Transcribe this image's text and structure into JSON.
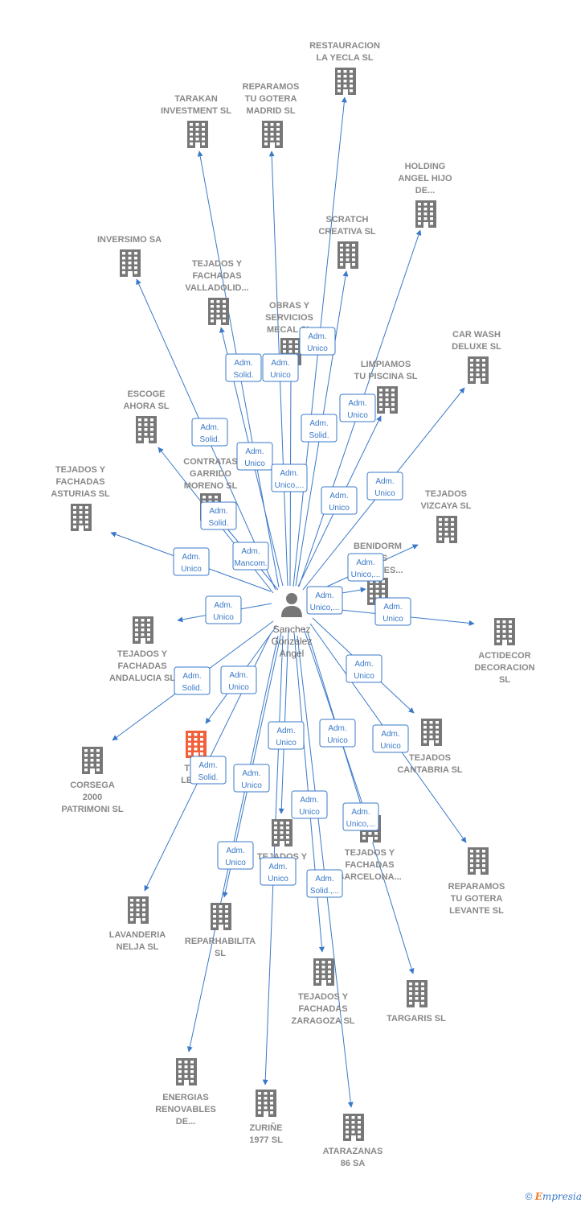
{
  "center": {
    "id": "center",
    "label": [
      "Sanchez",
      "Gonzalez",
      "Angel"
    ],
    "icon": "person-icon"
  },
  "colors": {
    "edge": "#3a79c9",
    "building": "#777777",
    "highlight": "#f0603a",
    "label": "#888888"
  },
  "nodes": [
    {
      "id": "restauracion-la-yecla",
      "label": [
        "RESTAURACION",
        "LA YECLA  SL"
      ]
    },
    {
      "id": "tarakan-investment",
      "label": [
        "TARAKAN",
        "INVESTMENT SL"
      ]
    },
    {
      "id": "reparamos-tu-gotera-madrid",
      "label": [
        "REPARAMOS",
        "TU GOTERA",
        "MADRID  SL"
      ]
    },
    {
      "id": "holding-angel-hijo",
      "label": [
        "HOLDING",
        "ANGEL HIJO",
        "DE..."
      ]
    },
    {
      "id": "scratch-creativa",
      "label": [
        "SCRATCH",
        "CREATIVA SL"
      ]
    },
    {
      "id": "inversimo",
      "label": [
        "INVERSIMO SA"
      ]
    },
    {
      "id": "tejados-fachadas-valladolid",
      "label": [
        "TEJADOS Y",
        "FACHADAS",
        "VALLADOLID..."
      ]
    },
    {
      "id": "obras-servicios-mecal",
      "label": [
        "OBRAS Y",
        "SERVICIOS",
        "MECAL SL"
      ]
    },
    {
      "id": "car-wash-deluxe",
      "label": [
        "CAR WASH",
        "DELUXE SL"
      ]
    },
    {
      "id": "limpiamos-tu-piscina",
      "label": [
        "LIMPIAMOS",
        "TU PISCINA  SL"
      ]
    },
    {
      "id": "escoge-ahora",
      "label": [
        "ESCOGE",
        "AHORA  SL"
      ]
    },
    {
      "id": "contratas-garrido-moreno",
      "label": [
        "CONTRATAS",
        "GARRIDO",
        "MORENO SL"
      ]
    },
    {
      "id": "tejados-fachadas-asturias",
      "label": [
        "TEJADOS Y",
        "FACHADAS",
        "ASTURIAS  SL"
      ]
    },
    {
      "id": "tejados-vizcaya",
      "label": [
        "TEJADOS",
        "VIZCAYA  SL"
      ]
    },
    {
      "id": "benidorm",
      "label": [
        "BENIDORM",
        "...AS",
        "EN...ALES..."
      ]
    },
    {
      "id": "actidecor-decoracion",
      "label": [
        "ACTIDECOR",
        "DECORACION",
        "SL"
      ]
    },
    {
      "id": "tejados-fachadas-andalucia",
      "label": [
        "TEJADOS Y",
        "FACHADAS",
        "ANDALUCIA  SL"
      ]
    },
    {
      "id": "tejados-levante",
      "label": [
        "TEJ...",
        "LEVA..."
      ],
      "highlight": true
    },
    {
      "id": "corsega-2000-patrimoni",
      "label": [
        "CORSEGA",
        "2000",
        "PATRIMONI  SL"
      ]
    },
    {
      "id": "tejados-cantabria",
      "label": [
        "TEJADOS",
        "CANTABRIA  SL"
      ]
    },
    {
      "id": "tejados-fachadas-murcia",
      "label": [
        "TEJADOS Y",
        "...AS",
        "M...S"
      ]
    },
    {
      "id": "tejados-fachadas-barcelona",
      "label": [
        "TEJADOS Y",
        "FACHADAS",
        "BARCELONA..."
      ]
    },
    {
      "id": "reparamos-tu-gotera-levante",
      "label": [
        "REPARAMOS",
        "TU GOTERA",
        "LEVANTE  SL"
      ]
    },
    {
      "id": "lavanderia-nelja",
      "label": [
        "LAVANDERIA",
        "NELJA SL"
      ]
    },
    {
      "id": "reparhabilita",
      "label": [
        "REPARHABILITA",
        "SL"
      ]
    },
    {
      "id": "tejados-fachadas-zaragoza",
      "label": [
        "TEJADOS Y",
        "FACHADAS",
        "ZARAGOZA  SL"
      ]
    },
    {
      "id": "targaris",
      "label": [
        "TARGARIS  SL"
      ]
    },
    {
      "id": "energias-renovables",
      "label": [
        "ENERGIAS",
        "RENOVABLES",
        "DE..."
      ]
    },
    {
      "id": "zurine-1977",
      "label": [
        "ZURIÑE",
        "1977  SL"
      ]
    },
    {
      "id": "atarazanas-86",
      "label": [
        "ATARAZANAS",
        "86 SA"
      ]
    }
  ],
  "edges": [
    {
      "target": "restauracion-la-yecla",
      "label": [
        "Adm.",
        "Unico"
      ]
    },
    {
      "target": "tarakan-investment",
      "label": [
        "Adm.",
        "Solid."
      ]
    },
    {
      "target": "reparamos-tu-gotera-madrid",
      "label": [
        "Adm.",
        "Unico"
      ]
    },
    {
      "target": "holding-angel-hijo",
      "label": [
        "Adm.",
        "Unico"
      ]
    },
    {
      "target": "scratch-creativa",
      "label": [
        "Adm.",
        "Solid."
      ]
    },
    {
      "target": "inversimo",
      "label": [
        "Adm.",
        "Solid."
      ]
    },
    {
      "target": "tejados-fachadas-valladolid",
      "label": [
        "Adm.",
        "Unico"
      ]
    },
    {
      "target": "obras-servicios-mecal",
      "label": [
        "Adm.",
        "Unico,..."
      ]
    },
    {
      "target": "car-wash-deluxe",
      "label": [
        "Adm.",
        "Unico"
      ]
    },
    {
      "target": "limpiamos-tu-piscina",
      "label": [
        "Adm.",
        "Unico"
      ]
    },
    {
      "target": "escoge-ahora",
      "label": [
        "Adm.",
        "Solid."
      ]
    },
    {
      "target": "contratas-garrido-moreno",
      "label": [
        "Adm.",
        "Mancom."
      ]
    },
    {
      "target": "tejados-fachadas-asturias",
      "label": [
        "Adm.",
        "Unico"
      ]
    },
    {
      "target": "tejados-vizcaya",
      "label": [
        "Adm.",
        "Unico,..."
      ]
    },
    {
      "target": "benidorm",
      "label": [
        "Adm.",
        "Unico,..."
      ]
    },
    {
      "target": "actidecor-decoracion",
      "label": [
        "Adm.",
        "Unico"
      ]
    },
    {
      "target": "tejados-fachadas-andalucia",
      "label": [
        "Adm.",
        "Unico"
      ]
    },
    {
      "target": "tejados-levante",
      "label": [
        "Adm.",
        "Unico"
      ]
    },
    {
      "target": "corsega-2000-patrimoni",
      "label": [
        "Adm.",
        "Solid."
      ]
    },
    {
      "target": "tejados-cantabria",
      "label": [
        "Adm.",
        "Unico"
      ]
    },
    {
      "target": "tejados-fachadas-murcia",
      "label": [
        "Adm.",
        "Unico"
      ]
    },
    {
      "target": "tejados-fachadas-barcelona",
      "label": [
        "Adm.",
        "Unico"
      ]
    },
    {
      "target": "reparamos-tu-gotera-levante",
      "label": [
        "Adm.",
        "Unico"
      ]
    },
    {
      "target": "lavanderia-nelja",
      "label": [
        "Adm.",
        "Solid."
      ]
    },
    {
      "target": "reparhabilita",
      "label": [
        "Adm.",
        "Unico"
      ]
    },
    {
      "target": "tejados-fachadas-zaragoza",
      "label": [
        "Adm.",
        "Unico"
      ]
    },
    {
      "target": "targaris",
      "label": [
        "Adm.",
        "Unico,..."
      ]
    },
    {
      "target": "energias-renovables",
      "label": [
        "Adm.",
        "Unico"
      ]
    },
    {
      "target": "zurine-1977",
      "label": [
        "Adm.",
        "Unico"
      ]
    },
    {
      "target": "atarazanas-86",
      "label": [
        "Adm.",
        "Solid.,..."
      ]
    }
  ],
  "footer": {
    "copyright_symbol": "©",
    "brand_initial": "E",
    "brand_rest": "mpresia"
  }
}
